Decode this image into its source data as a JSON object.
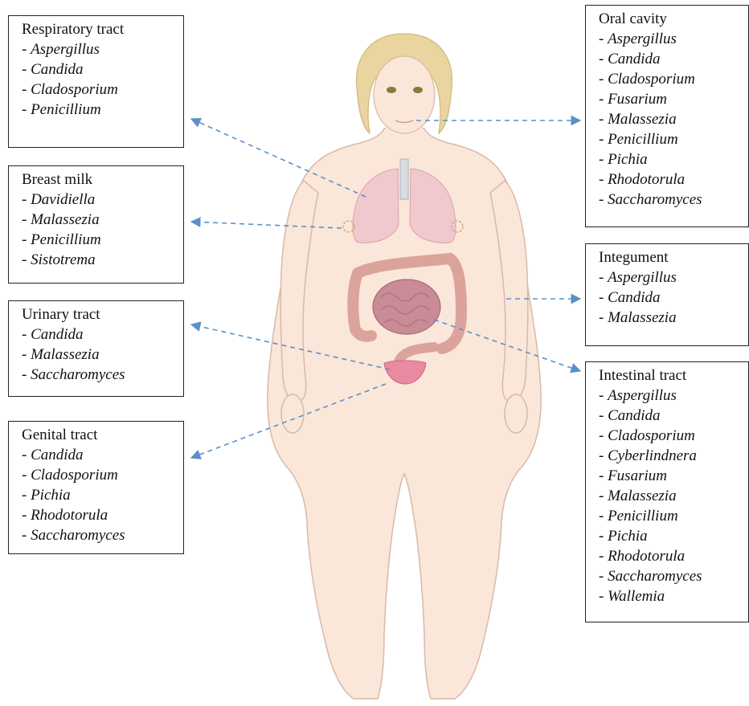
{
  "boxes": {
    "respiratory": {
      "title": "Respiratory tract",
      "genera": [
        "Aspergillus",
        "Candida",
        "Cladosporium",
        "Penicillium"
      ]
    },
    "breast_milk": {
      "title": "Breast milk",
      "genera": [
        "Davidiella",
        "Malassezia",
        "Penicillium",
        "Sistotrema"
      ]
    },
    "urinary": {
      "title": "Urinary tract",
      "genera": [
        "Candida",
        "Malassezia",
        "Saccharomyces"
      ]
    },
    "genital": {
      "title": "Genital tract",
      "genera": [
        "Candida",
        "Cladosporium",
        "Pichia",
        "Rhodotorula",
        "Saccharomyces"
      ]
    },
    "oral": {
      "title": "Oral cavity",
      "genera": [
        "Aspergillus",
        "Candida",
        "Cladosporium",
        "Fusarium",
        "Malassezia",
        "Penicillium",
        "Pichia",
        "Rhodotorula",
        "Saccharomyces"
      ]
    },
    "integument": {
      "title": "Integument",
      "genera": [
        "Aspergillus",
        "Candida",
        "Malassezia"
      ]
    },
    "intestinal": {
      "title": "Intestinal tract",
      "genera": [
        "Aspergillus",
        "Candida",
        "Cladosporium",
        "Cyberlindnera",
        "Fusarium",
        "Malassezia",
        "Penicillium",
        "Pichia",
        "Rhodotorula",
        "Saccharomyces",
        "Wallemia"
      ]
    }
  },
  "colors": {
    "arrow": "#5b8fc9",
    "skin": "#fbe6da",
    "skin_outline": "#d9b9a8",
    "hair": "#ead4a0",
    "lungs": "#efc9cd",
    "intestine": "#dba39c",
    "small_intestine": "#c98b95",
    "bladder": "#e98aa0"
  }
}
